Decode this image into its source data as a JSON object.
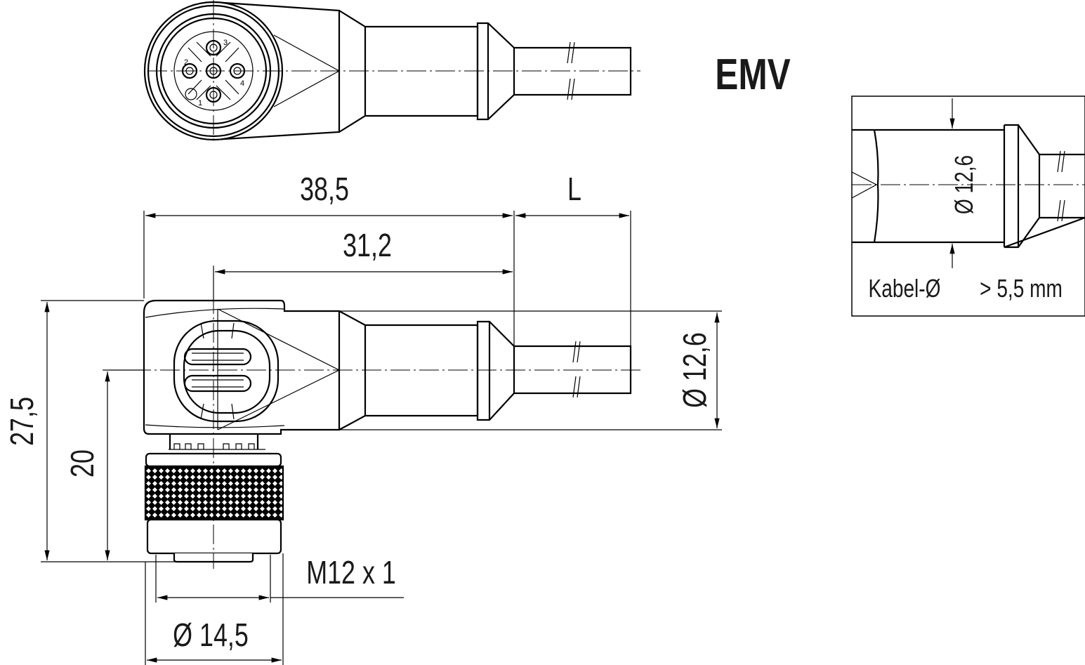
{
  "title": "EMV",
  "dimensions": {
    "overall_length": "38,5",
    "cable_length": "L",
    "body_length": "31,2",
    "body_diameter": "Ø 12,6",
    "total_height": "27,5",
    "axis_height": "20",
    "thread": "M12 x 1",
    "nut_diameter": "Ø 14,5"
  },
  "inset": {
    "diameter": "Ø 12,6",
    "cable_label": "Kabel-Ø",
    "cable_value": "> 5,5 mm"
  },
  "pin_numbers": [
    "1",
    "2",
    "3",
    "4"
  ]
}
